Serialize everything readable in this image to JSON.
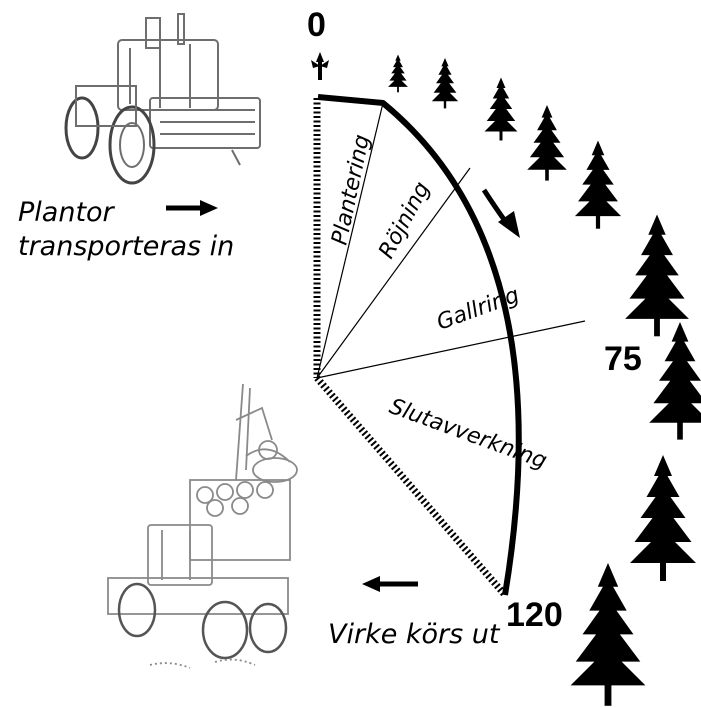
{
  "start_label": "0",
  "mid_label": "75",
  "end_label": "120",
  "phases": [
    "Plantering",
    "Röjning",
    "Gallring",
    "Slutavverkning"
  ],
  "left_top_caption": [
    "Plantor",
    "transporteras in"
  ],
  "bottom_caption": "Virke körs ut",
  "colors": {
    "ink": "#000000",
    "paper": "#ffffff",
    "machine_gray": "#7a7a7a"
  },
  "icons": [
    "tractor-icon",
    "forwarder-icon",
    "spruce-tree-icon",
    "seedling-icon",
    "arrow-right-icon",
    "arrow-left-icon",
    "curved-arrow-icon"
  ]
}
